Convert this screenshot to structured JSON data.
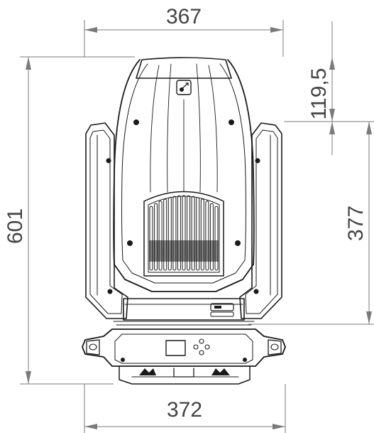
{
  "dimensions": {
    "top_width": "367",
    "bottom_width": "372",
    "total_height": "601",
    "head_offset": "119,5",
    "arm_height": "377"
  },
  "colors": {
    "line": "#1a1a1a",
    "dimension": "#7a7a7a",
    "dimension_text": "#444444",
    "background": "#ffffff"
  }
}
